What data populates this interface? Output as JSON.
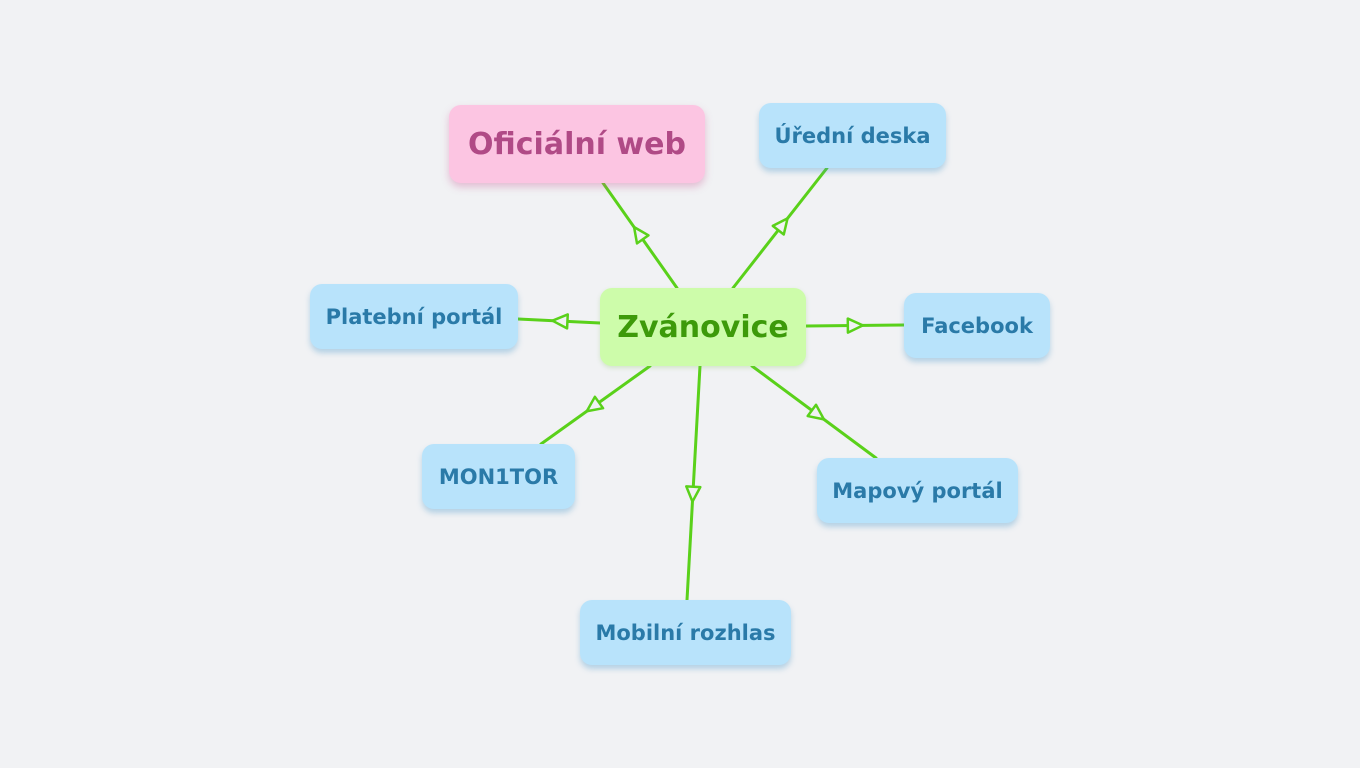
{
  "diagram": {
    "root": {
      "label": "Zvánovice"
    },
    "nodes": {
      "oficialni": {
        "label": "Oficiální web"
      },
      "uredni": {
        "label": "Úřední deska"
      },
      "platebni": {
        "label": "Platební portál"
      },
      "facebook": {
        "label": "Facebook"
      },
      "monitor": {
        "label": "MON1TOR"
      },
      "mapovy": {
        "label": "Mapový portál"
      },
      "mobilni": {
        "label": "Mobilní rozhlas"
      }
    },
    "edges": [
      {
        "from": "Zvánovice",
        "to": "Oficiální web"
      },
      {
        "from": "Zvánovice",
        "to": "Úřední deska"
      },
      {
        "from": "Zvánovice",
        "to": "Platební portál"
      },
      {
        "from": "Zvánovice",
        "to": "Facebook"
      },
      {
        "from": "Zvánovice",
        "to": "MON1TOR"
      },
      {
        "from": "Zvánovice",
        "to": "Mapový portál"
      },
      {
        "from": "Zvánovice",
        "to": "Mobilní rozhlas"
      }
    ]
  },
  "colors": {
    "background": "#f1f2f4",
    "connector": "#5ad11a",
    "root_fill": "#cdfcaa",
    "root_text": "#3d9a0a",
    "child_fill": "#b8e3fb",
    "child_text": "#2a7aa8",
    "highlight_fill": "#fcc5e2",
    "highlight_text": "#b04a86"
  }
}
